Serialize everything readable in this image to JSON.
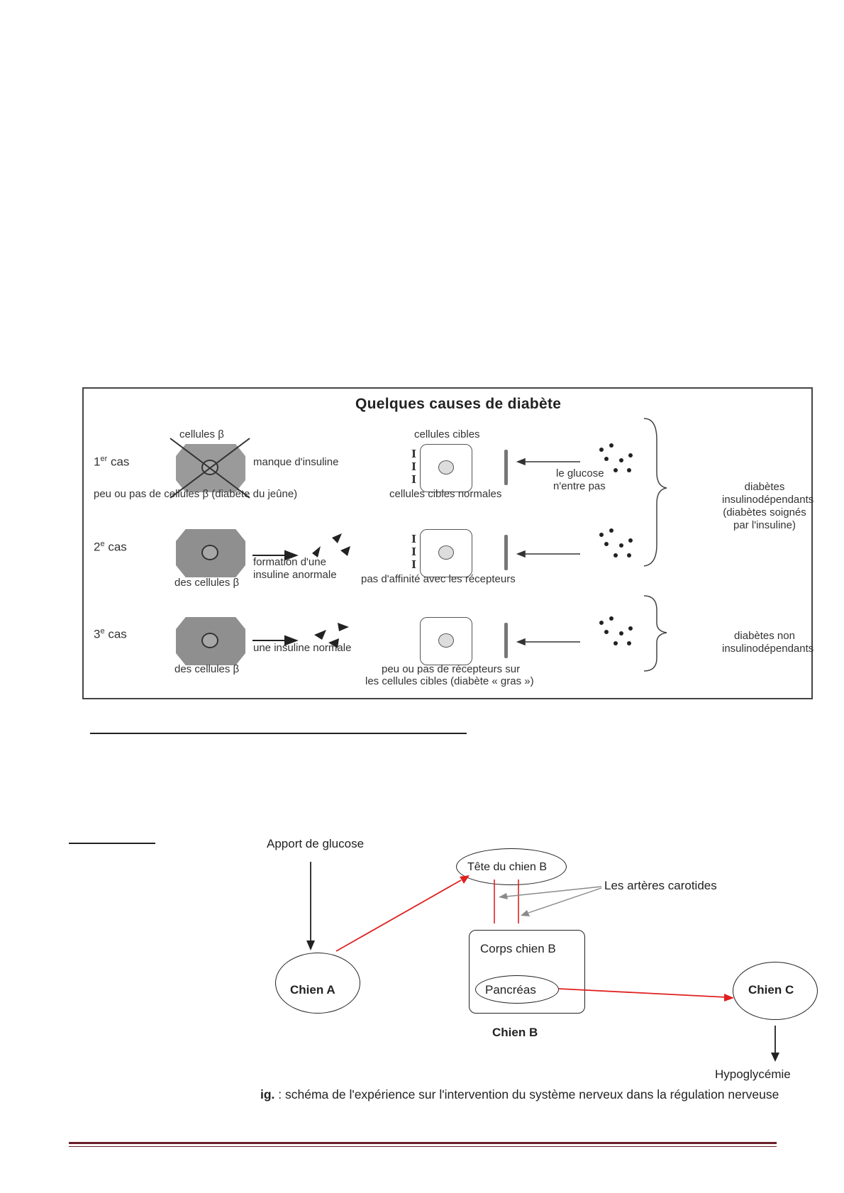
{
  "figure1": {
    "title": "Quelques causes de diabète",
    "case1": {
      "label_num": "1",
      "label_sup": "er",
      "label_rest": " cas",
      "beta_cells_label": "cellules β",
      "missing_insulin": "manque d'insuline",
      "few_beta": "peu ou pas de cellules β (diabète du jeûne)",
      "target_cells_label": "cellules cibles",
      "normal_target": "cellules cibles normales",
      "glucose_line1": "le glucose",
      "glucose_line2": "n'entre pas"
    },
    "case2": {
      "label_num": "2",
      "label_sup": "e",
      "label_rest": " cas",
      "formation_line1": "formation d'une",
      "formation_line2": "insuline anormale",
      "beta_cells": "des cellules β",
      "no_affinity": "pas d'affinité avec les récepteurs"
    },
    "case3": {
      "label_num": "3",
      "label_sup": "e",
      "label_rest": " cas",
      "normal_insulin": "une insuline normale",
      "beta_cells": "des cellules β",
      "few_receptors_line1": "peu ou pas de récepteurs sur",
      "few_receptors_line2": "les cellules cibles (diabète « gras »)"
    },
    "brace1": {
      "line1": "diabètes",
      "line2": "insulinodépendants",
      "line3": "(diabètes soignés",
      "line4": "par l'insuline)"
    },
    "brace2": {
      "line1": "diabètes non",
      "line2": "insulinodépendants"
    }
  },
  "figure2": {
    "glucose_input": "Apport de glucose",
    "dog_a": "Chien A",
    "head_b": "Tête du chien B",
    "carotids": "Les artères carotides",
    "body_b": "Corps chien B",
    "pancreas": "Pancréas",
    "dog_b": "Chien B",
    "dog_c": "Chien C",
    "hypoglycemia": "Hypoglycémie",
    "caption_prefix": "ig.",
    "caption_text": " : schéma de l'expérience sur l'intervention du système nerveux dans la régulation nerveuse"
  },
  "colors": {
    "red_arrow": "#e02020",
    "grey_arrow": "#8a8a8a",
    "footer_rule": "#6b1f2a"
  }
}
